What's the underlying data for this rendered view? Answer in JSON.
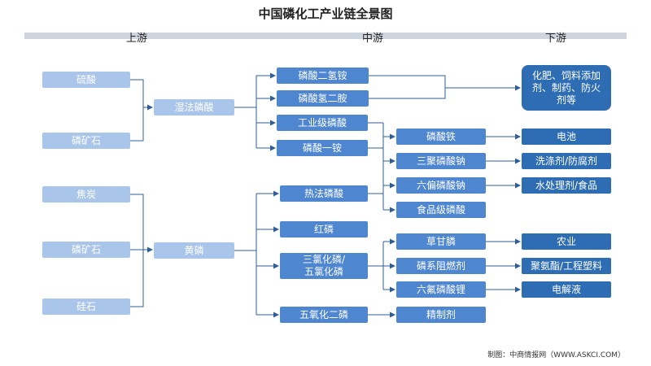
{
  "title": "中国磷化工产业链全景图",
  "stages": {
    "upstream": "上游",
    "midstream": "中游",
    "downstream": "下游"
  },
  "upstream": {
    "sulfuric_acid": "硫酸",
    "phosphate_rock_1": "磷矿石",
    "coke": "焦炭",
    "phosphate_rock_2": "磷矿石",
    "silica": "硅石"
  },
  "midstream_primary": {
    "wet_phosphoric_acid": "湿法磷酸",
    "yellow_phosphorus": "黄磷"
  },
  "midstream": {
    "dap": "磷酸二氢铵",
    "map": "磷酸氢二胺",
    "industrial_pa": "工业级磷酸",
    "monoammonium": "磷酸一铵",
    "thermal_pa": "热法磷酸",
    "red_phosphorus": "红磷",
    "pcl3_pcl5": "三氯化磷/\n五氯化磷",
    "p2o5": "五氧化二磷"
  },
  "midstream_secondary": {
    "iron_phosphate": "磷酸铁",
    "stpp": "三聚磷酸钠",
    "shmp": "六偏磷酸钠",
    "food_pa": "食品级磷酸",
    "glyphosate": "草甘膦",
    "flame_retardant": "磷系阻燃剂",
    "lipf6": "六氟磷酸锂",
    "refining_agent": "精制剂"
  },
  "downstream": {
    "fertilizer": "化肥、饲料添加\n剂、制药、防火\n剂等",
    "battery": "电池",
    "detergent": "洗涤剂/防腐剂",
    "water_food": "水处理剂/食品",
    "agriculture": "农业",
    "plastics": "聚氨酯/工程塑料",
    "electrolyte": "电解液"
  },
  "footer": "制图：中商情报网（WWW.ASKCI.COM）",
  "colors": {
    "light_box": "#a9c6ea",
    "mid_box": "#4e86d0",
    "dark_box": "#2e6db3",
    "connector": "#2f5d9a",
    "stage_bar": "#cfd5de"
  }
}
